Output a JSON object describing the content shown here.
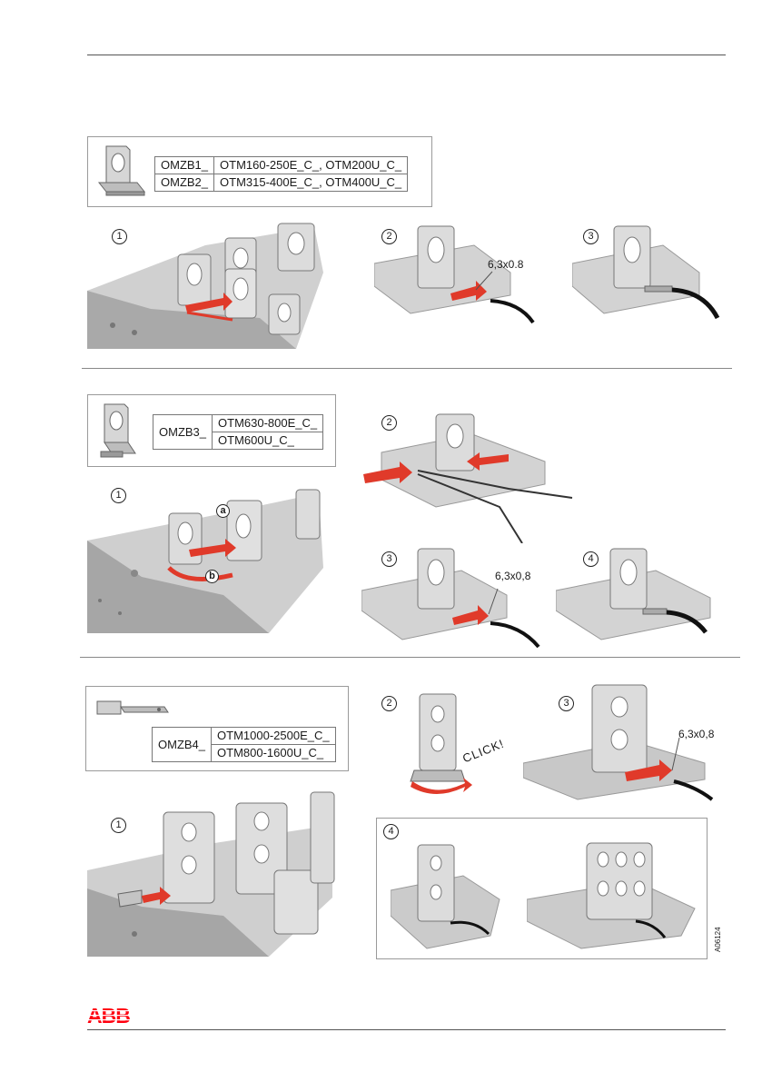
{
  "section1": {
    "rows": [
      {
        "code": "OMZB1_",
        "models": "OTM160-250E_C_, OTM200U_C_"
      },
      {
        "code": "OMZB2_",
        "models": "OTM315-400E_C_, OTM400U_C_"
      }
    ],
    "steps": [
      "1",
      "2",
      "3"
    ],
    "dimension": "6,3x0.8"
  },
  "section2": {
    "code": "OMZB3_",
    "models": [
      "OTM630-800E_C_",
      "OTM600U_C_"
    ],
    "steps": [
      "1",
      "2",
      "3",
      "4"
    ],
    "callouts": [
      "a",
      "b"
    ],
    "dimension": "6,3x0,8"
  },
  "section3": {
    "code": "OMZB4_",
    "models": [
      "OTM1000-2500E_C_",
      "OTM800-1600U_C_"
    ],
    "steps": [
      "1",
      "2",
      "3",
      "4"
    ],
    "click_label": "CLICK!",
    "dimension": "6,3x0,8",
    "figure_id": "A06124"
  },
  "footer": {
    "brand": "ABB"
  },
  "colors": {
    "accent": "#e03a2a",
    "brand": "#ff000f",
    "metal": "#c9c9c9"
  }
}
